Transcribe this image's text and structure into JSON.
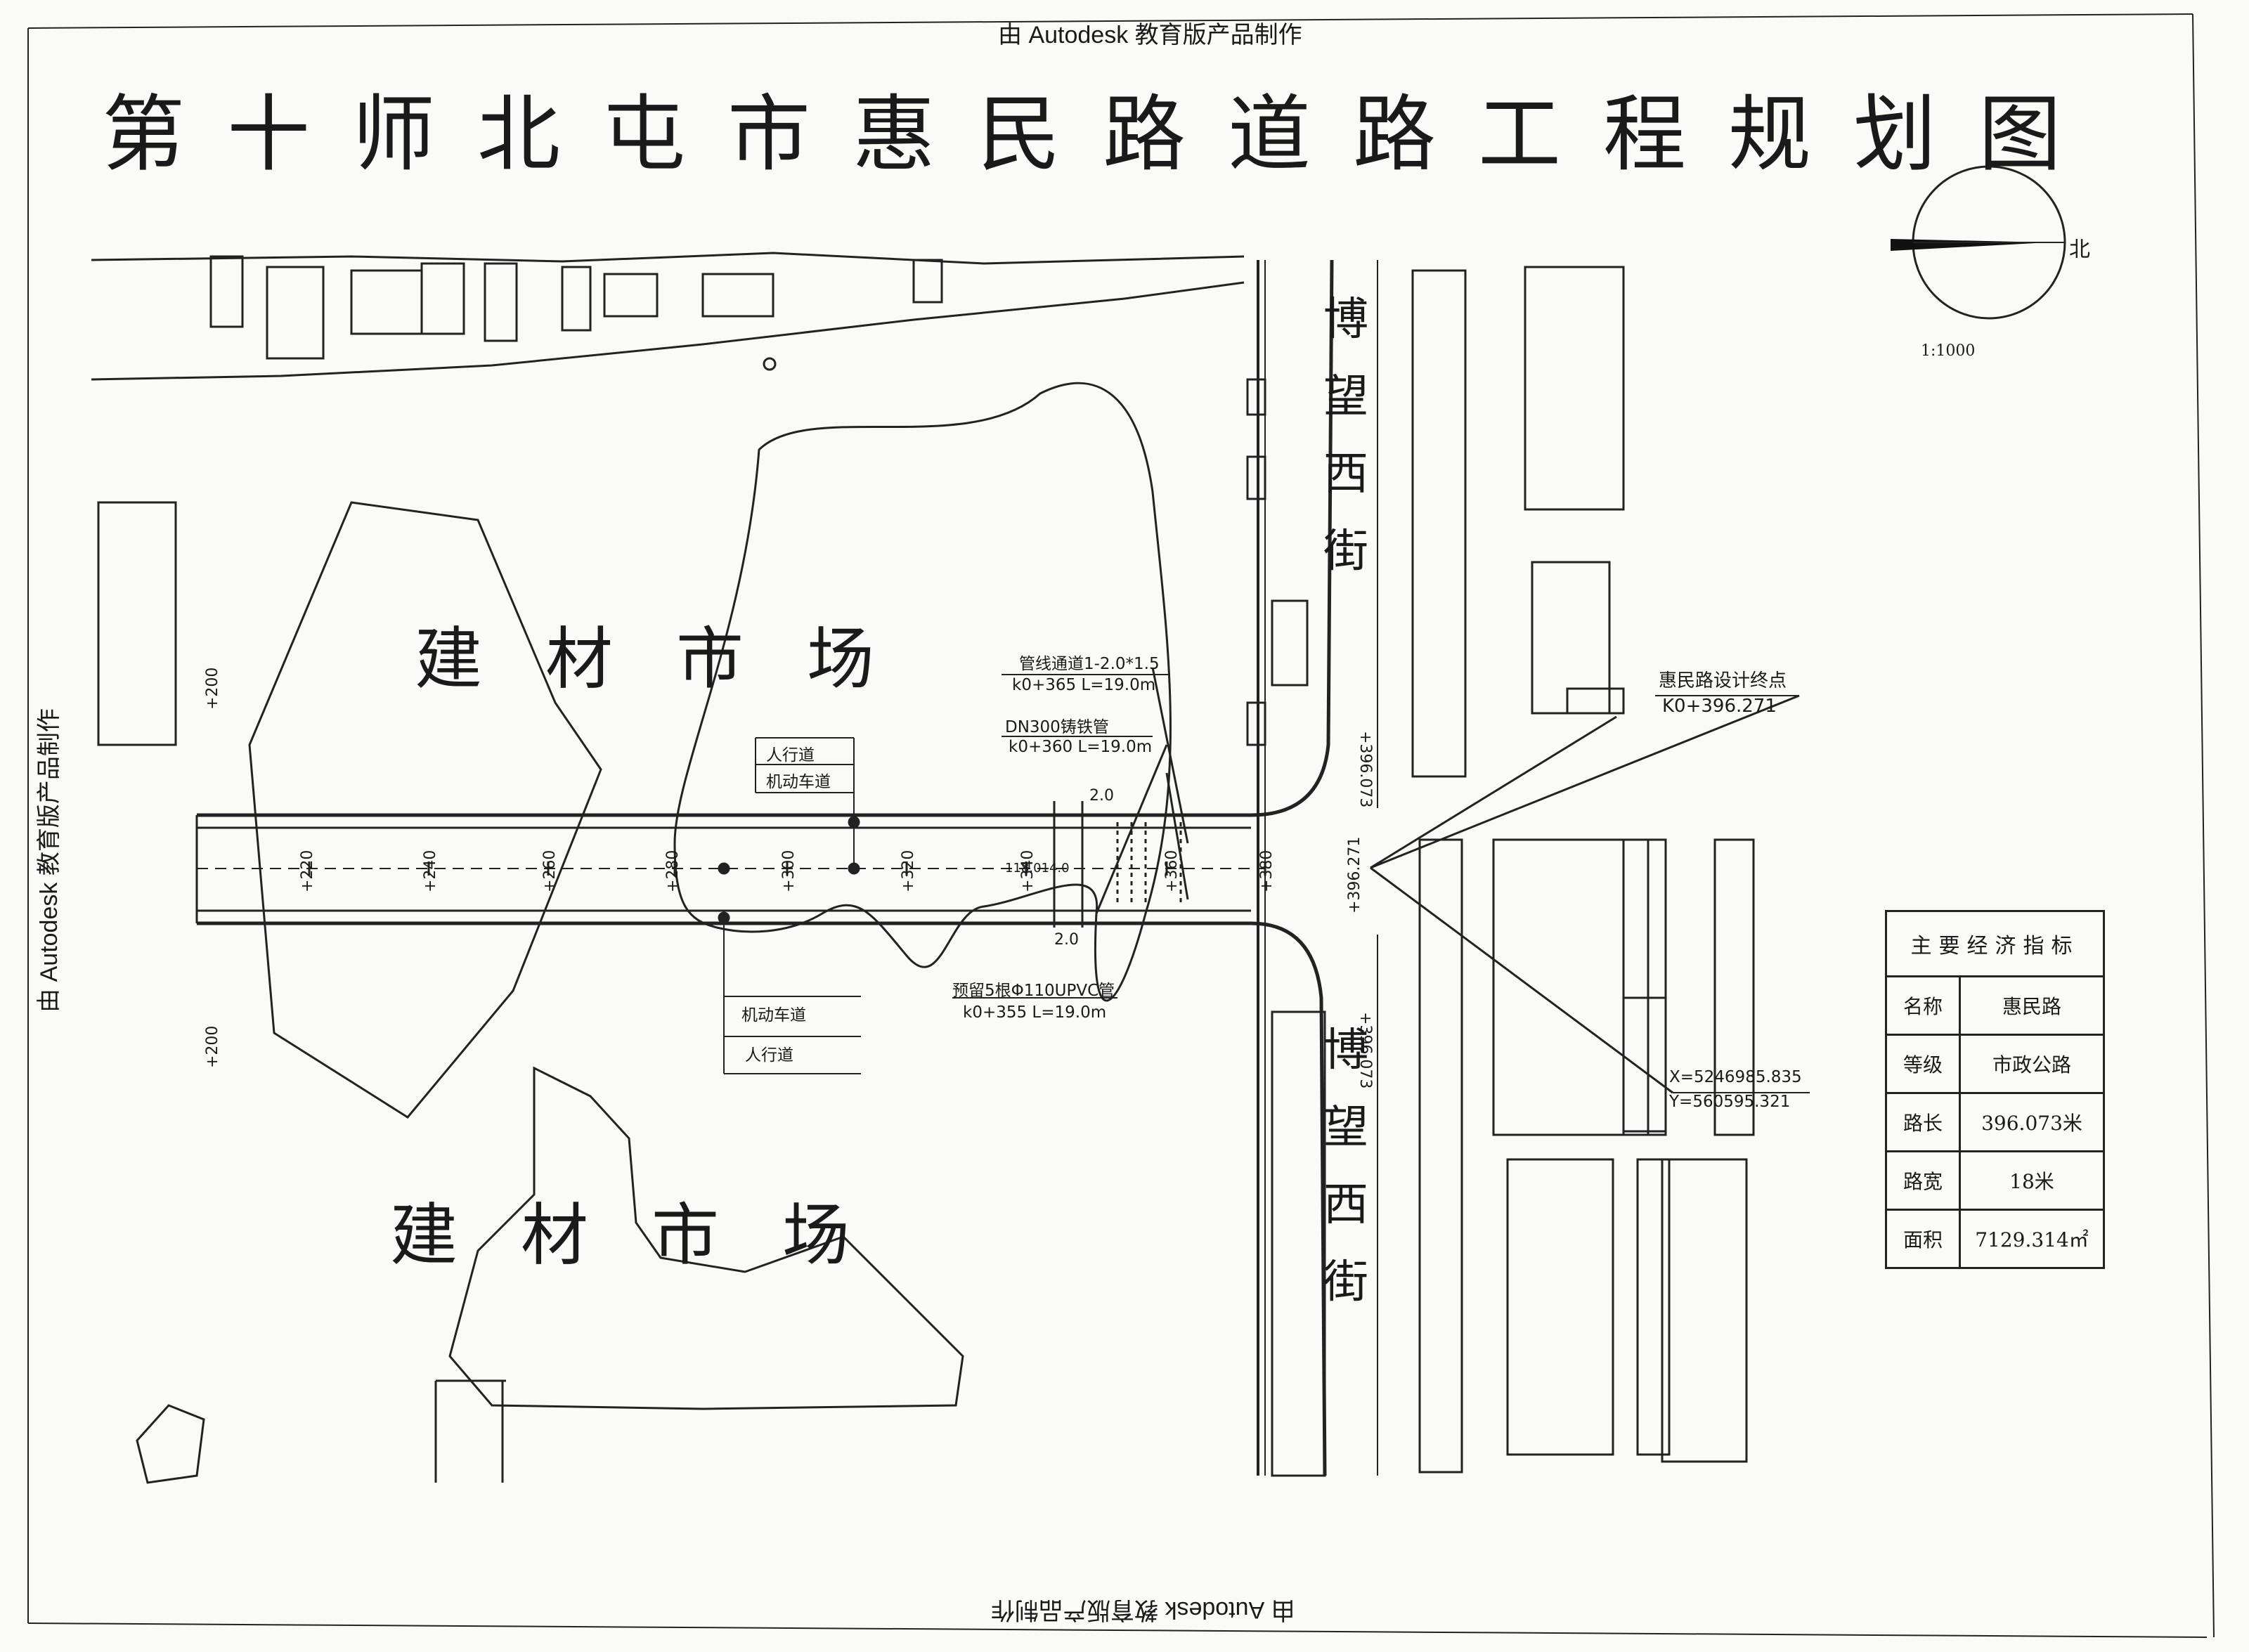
{
  "title": "第十师北屯市惠民路道路工程规划图",
  "watermark": "由 Autodesk 教育版产品制作",
  "north_label": "北",
  "scale": "1:1000",
  "areas": {
    "market_upper": "建材市场",
    "market_lower": "建材市场"
  },
  "streets": {
    "bowang_upper": "博望西街",
    "bowang_lower": "博望西街"
  },
  "lanes": {
    "north_walk": "人行道",
    "north_motor": "机动车道",
    "south_motor": "机动车道",
    "south_walk": "人行道"
  },
  "annotations": {
    "pipe_channel": "管线通道1-2.0*1.5",
    "pipe_channel_station": "k0+365 L=19.0m",
    "cast_iron": "DN300铸铁管",
    "cast_iron_station": "k0+360 L=19.0m",
    "upvc": "预留5根Φ110UPVC管",
    "upvc_station": "k0+355 L=19.0m",
    "end_point": "惠民路设计终点",
    "end_station": "K0+396.271",
    "coord_x": "X=5246985.835",
    "coord_y": "Y=560595.321",
    "width_top": "2.0",
    "width_bottom": "2.0",
    "mid_value": "118.014.0"
  },
  "stations": [
    "+200",
    "+200",
    "+220",
    "+240",
    "+260",
    "+280",
    "+300",
    "+320",
    "+340",
    "+360",
    "+380",
    "+396.271",
    "+396.073",
    "+396.073"
  ],
  "economic_table": {
    "heading": "主要经济指标",
    "rows": [
      {
        "key": "名称",
        "value": "惠民路"
      },
      {
        "key": "等级",
        "value": "市政公路"
      },
      {
        "key": "路长",
        "value": "396.073米"
      },
      {
        "key": "路宽",
        "value": "18米"
      },
      {
        "key": "面积",
        "value": "7129.314㎡"
      }
    ]
  }
}
